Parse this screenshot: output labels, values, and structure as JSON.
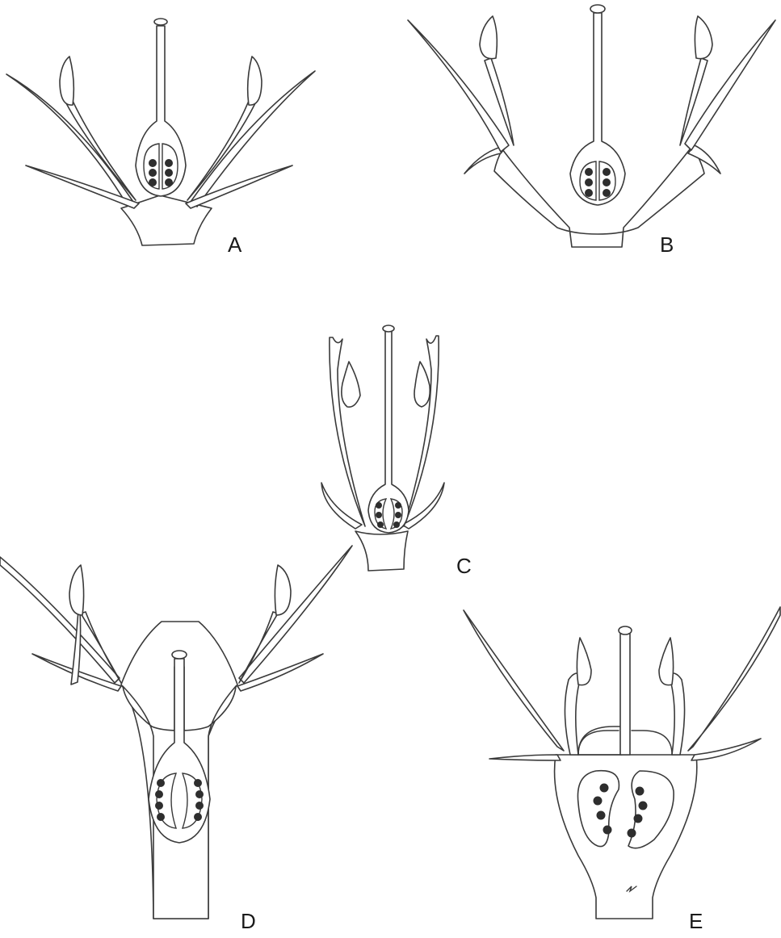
{
  "figure": {
    "panels": [
      {
        "id": "A",
        "label": "A"
      },
      {
        "id": "B",
        "label": "B"
      },
      {
        "id": "C",
        "label": "C"
      },
      {
        "id": "D",
        "label": "D"
      },
      {
        "id": "E",
        "label": "E"
      }
    ]
  },
  "colors": {
    "line": "#3a3a3a",
    "ovule": "#2e2e2e",
    "background": "#ffffff"
  }
}
